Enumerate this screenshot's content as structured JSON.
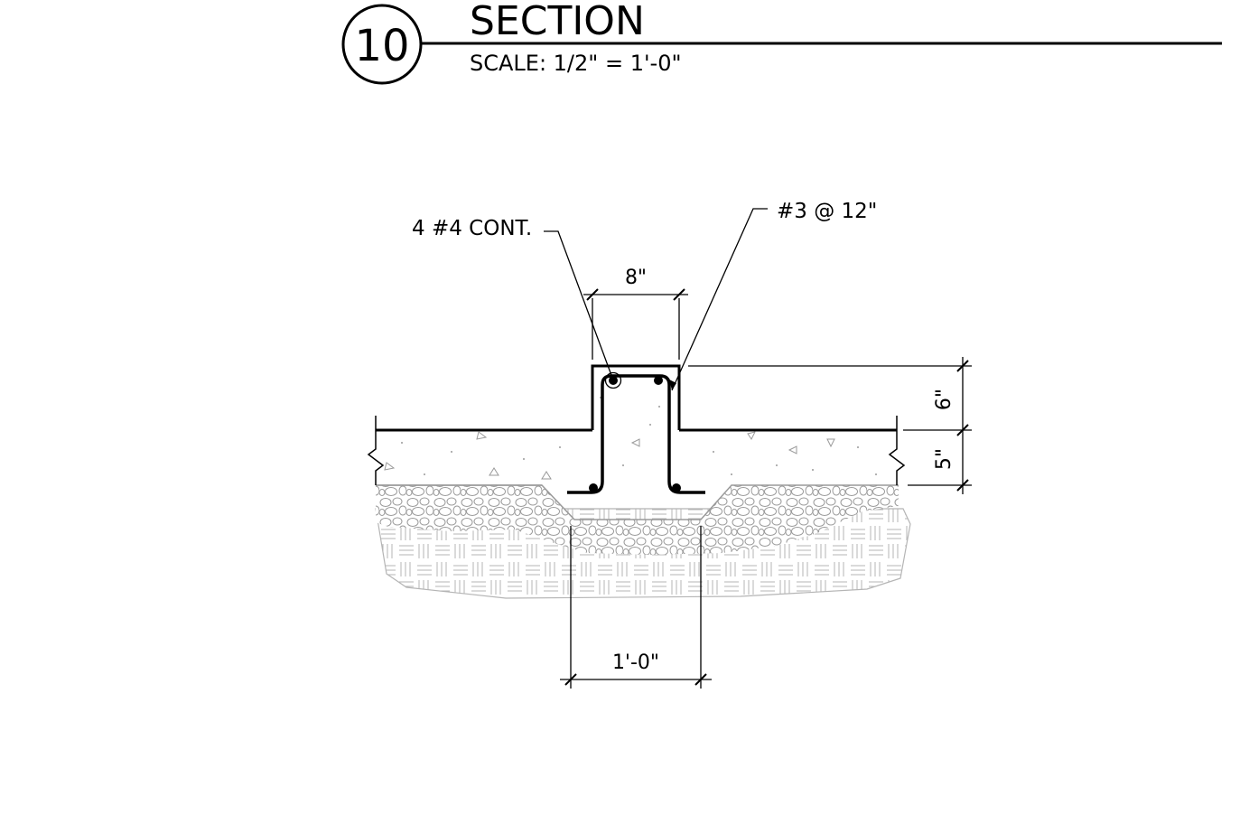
{
  "title_block": {
    "detail_number": "10",
    "title": "SECTION",
    "scale": "SCALE:  1/2\"  =  1'-0\""
  },
  "callouts": {
    "longitudinal_bars": "4 #4 CONT.",
    "stirrups": "#3 @ 12\""
  },
  "dimensions": {
    "curb_width": "8\"",
    "curb_height": "6\"",
    "slab_thickness": "5\"",
    "footing_width": "1'-0\""
  }
}
